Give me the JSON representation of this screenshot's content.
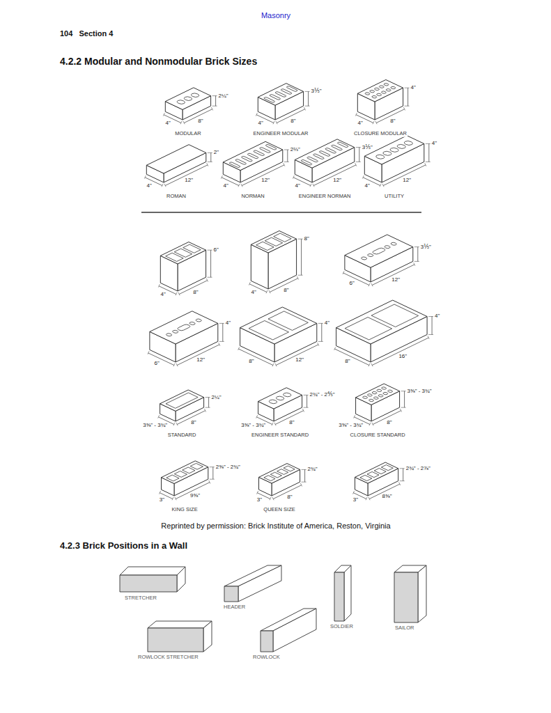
{
  "diagram": {
    "title": "4.2.2 Modular and Nonmodular Brick Sizes",
    "caption": "Reprinted by permission: Brick Institute of America, Reston, Virginia",
    "labels": [
      "Masonry",
      "104   Section 4",
      "2¼\"",
      "8\"",
      "4\"",
      "MODULAR",
      "3⅕\"",
      "8\"",
      "4\"",
      "ENGINEER MODULAR",
      "4\"",
      "8\"",
      "4\"",
      "CLOSURE MODULAR",
      "2\"",
      "12\"",
      "4\"",
      "ROMAN",
      "2⅔\"",
      "12\"",
      "4\"",
      "NORMAN",
      "3⅕\"",
      "12\"",
      "4\"",
      "ENGINEER NORMAN",
      "4\"",
      "12\"",
      "4\"",
      "UTILITY",
      "6\"",
      "8\"",
      "4\"",
      "8\"",
      "8\"",
      "4\"",
      "3⅕\"",
      "12\"",
      "6\"",
      "4\"",
      "12\"",
      "6\"",
      "4\"",
      "12\"",
      "8\"",
      "4\"",
      "16\"",
      "8\"",
      "2¼\"",
      "8\"",
      "3⅝\" - 3¾\"",
      "STANDARD",
      "2¾\" - 2⅘\"",
      "8\"",
      "3⅝\" - 3¾\"",
      "ENGINEER STANDARD",
      "3⅝\" - 3¾\"",
      "8\"",
      "3⅝\" - 3¾\"",
      "CLOSURE STANDARD",
      "2⅝\" - 2¾\"",
      "9⅝\"",
      "3\"",
      "KING SIZE",
      "2¾\"",
      "8\"",
      "3\"",
      "QUEEN SIZE",
      "2¾\" - 2⅞\"",
      "8⅝\"",
      "3\"",
      "4.2.3 Brick Positions in a Wall",
      "STRETCHER",
      "HEADER",
      "SOLDIER",
      "SAILOR",
      "ROWLOCK STRETCHER",
      "ROWLOCK"
    ]
  }
}
